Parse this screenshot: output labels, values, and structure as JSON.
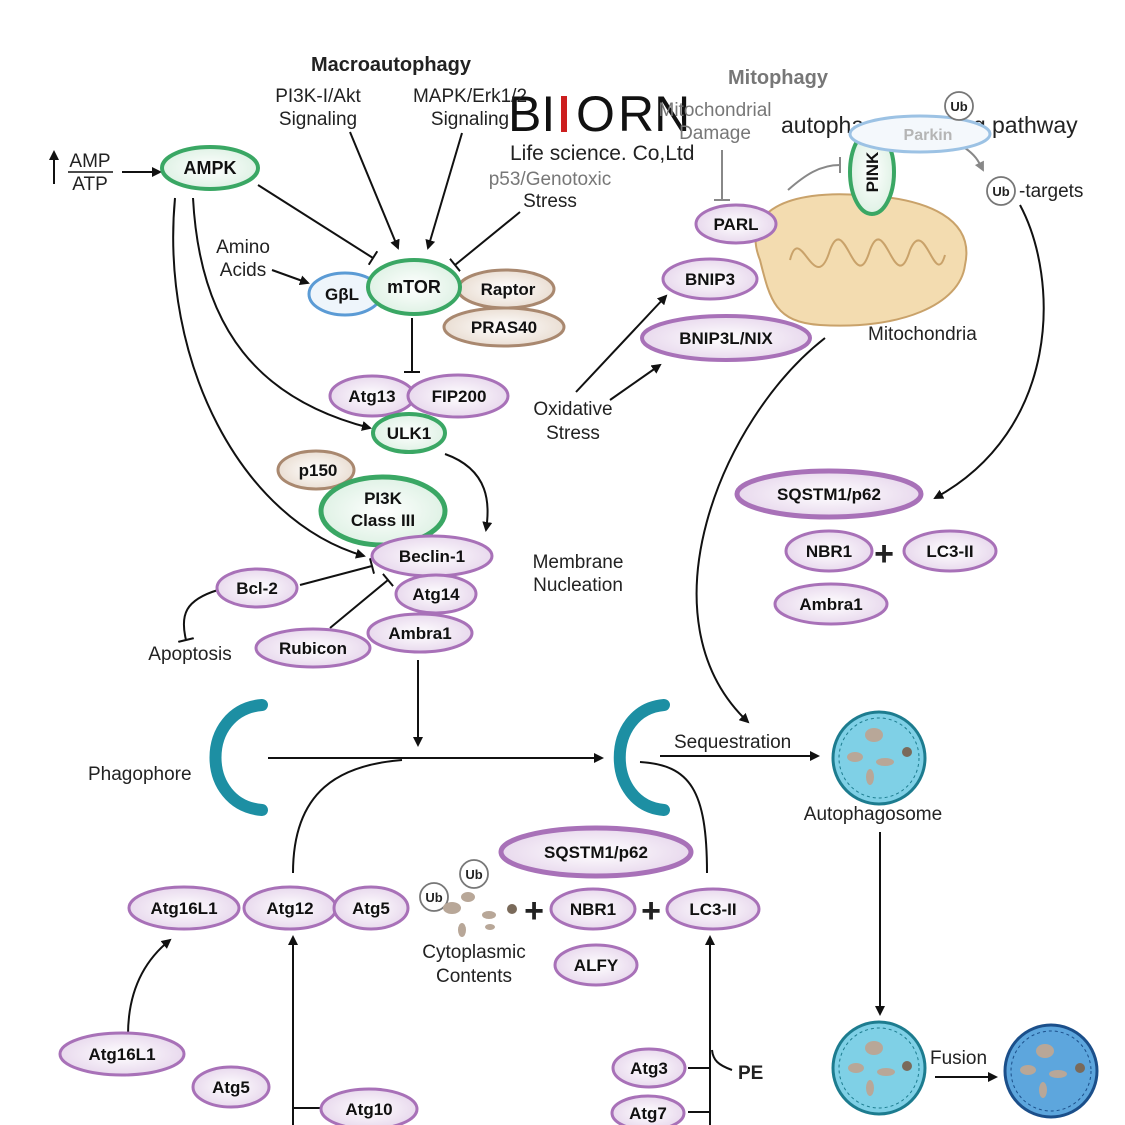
{
  "brand": {
    "logo_left": "BI",
    "logo_mark": "O",
    "logo_right": "RN",
    "subtitle": "Life science. Co,Ltd",
    "accent": "#cc1f1f"
  },
  "page_title": "autophagy  signaling pathway",
  "sections": {
    "macro": "Macroautophagy",
    "mito": "Mitophagy"
  },
  "signals": {
    "pi3k_line1": "PI3K-I/Akt",
    "pi3k_line2": "Signaling",
    "mapk_line1": "MAPK/Erk1/2",
    "mapk_line2": "Signaling",
    "p53_line1": "p53/Genotoxic",
    "p53_line2": "Stress",
    "amp": "AMP",
    "atp": "ATP",
    "amino_line1": "Amino",
    "amino_line2": "Acids",
    "oxidative_line1": "Oxidative",
    "oxidative_line2": "Stress",
    "mito_damage_line1": "Mitochondrial",
    "mito_damage_line2": "Damage",
    "apoptosis": "Apoptosis",
    "membrane_line1": "Membrane",
    "membrane_line2": "Nucleation",
    "mitochondria": "Mitochondria",
    "ub_targets": "-targets",
    "phagophore": "Phagophore",
    "sequestration": "Sequestration",
    "autophagosome": "Autophagosome",
    "cyto_line1": "Cytoplasmic",
    "cyto_line2": "Contents",
    "fusion": "Fusion",
    "pe": "PE",
    "ub": "Ub"
  },
  "nodes": {
    "ampk": "AMPK",
    "mtor": "mTOR",
    "gbl": "GβL",
    "raptor": "Raptor",
    "pras40": "PRAS40",
    "atg13": "Atg13",
    "fip200": "FIP200",
    "ulk1": "ULK1",
    "p150": "p150",
    "pi3k_line1": "PI3K",
    "pi3k_line2": "Class III",
    "beclin1": "Beclin-1",
    "bcl2": "Bcl-2",
    "atg14": "Atg14",
    "rubicon": "Rubicon",
    "ambra1": "Ambra1",
    "parl": "PARL",
    "bnip3": "BNIP3",
    "bnip3l": "BNIP3L/NIX",
    "pink": "PINK",
    "parkin": "Parkin",
    "sqstm1_top": "SQSTM1/p62",
    "nbr1_top": "NBR1",
    "lc3_top": "LC3-II",
    "ambra1_right": "Ambra1",
    "sqstm1_mid": "SQSTM1/p62",
    "nbr1_mid": "NBR1",
    "lc3_mid": "LC3-II",
    "alfy": "ALFY",
    "atg16l1_a": "Atg16L1",
    "atg12": "Atg12",
    "atg5_a": "Atg5",
    "atg16l1_b": "Atg16L1",
    "atg5_b": "Atg5",
    "atg10": "Atg10",
    "atg3": "Atg3",
    "atg7": "Atg7"
  },
  "colors": {
    "purple_fill": "#ece0ef",
    "purple_stroke": "#a871b8",
    "green_stroke": "#3aa764",
    "brown_fill": "#efe6dd",
    "brown_stroke": "#a9886f",
    "blue_stroke": "#5b9bd5",
    "vesicle": "#7fd0e6",
    "teal": "#1d8fa3",
    "mito_fill": "#f3dcb0"
  }
}
